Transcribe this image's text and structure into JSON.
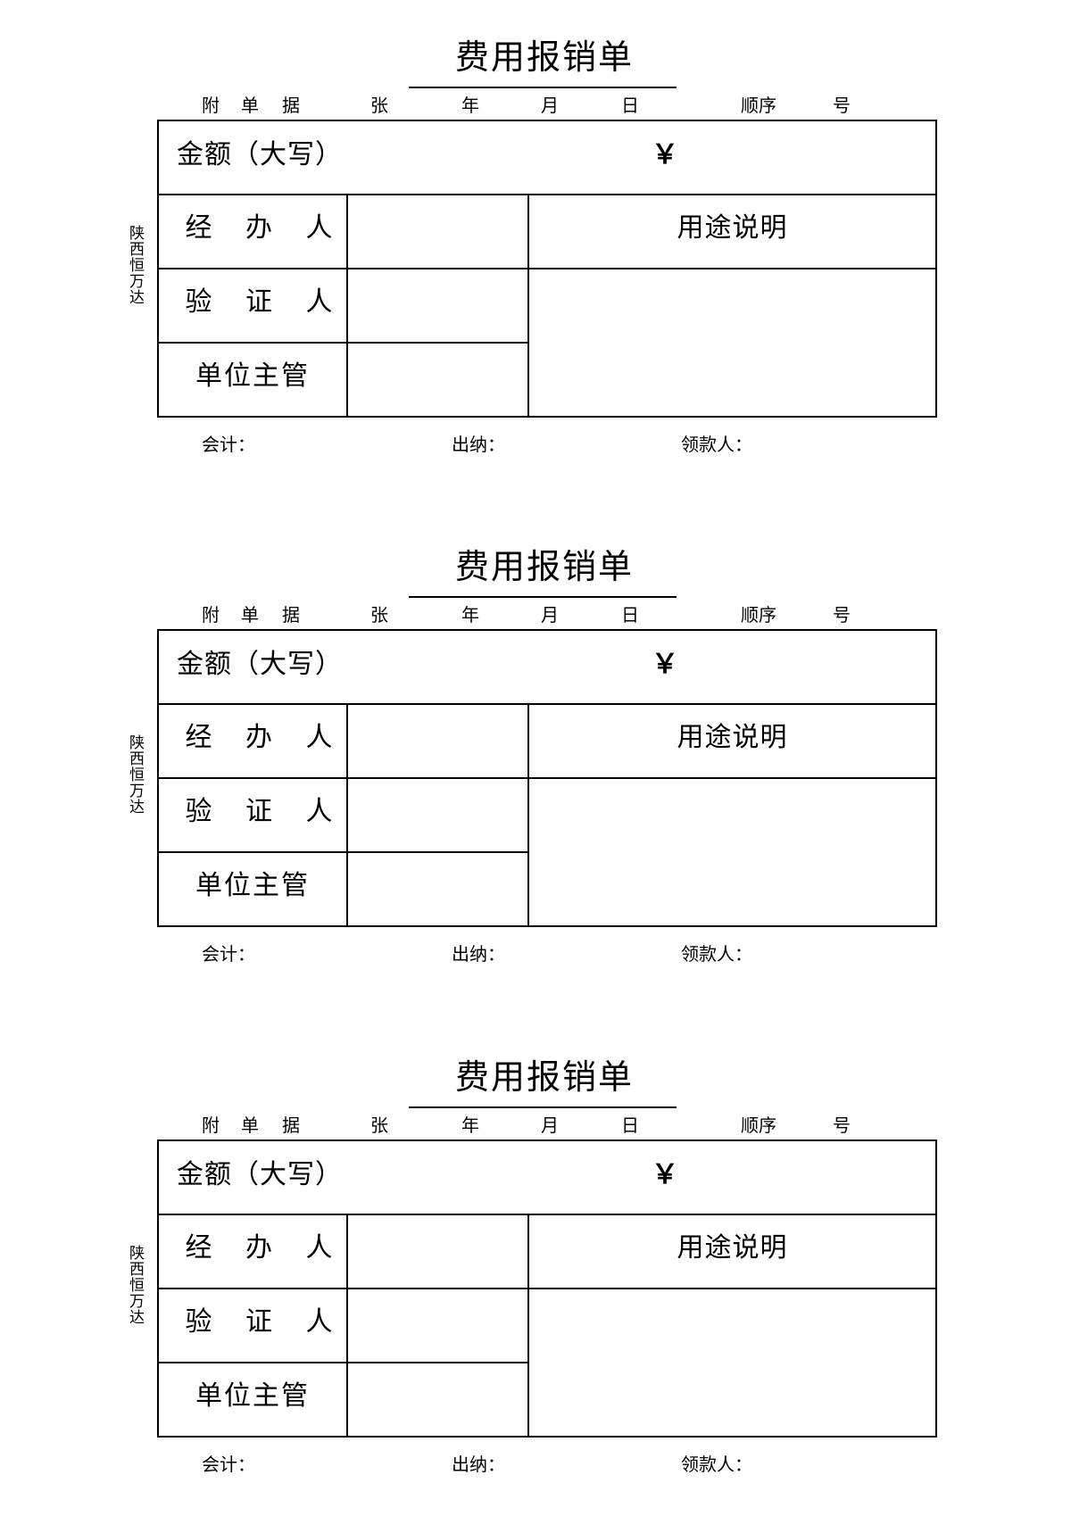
{
  "forms": [
    {
      "title": "费用报销单",
      "meta": {
        "fu": "附",
        "dan": "单",
        "ju": "据",
        "zhang": "张",
        "nian": "年",
        "yue": "月",
        "ri": "日",
        "shunxu": "顺序",
        "hao": "号"
      },
      "side_label": "陕西恒万达",
      "amount_label": "金额（大写）",
      "currency_symbol": "￥",
      "rows": {
        "handler": "经 办 人",
        "verifier": "验 证 人",
        "supervisor": "单位主管"
      },
      "purpose_label": "用途说明",
      "signatures": {
        "accountant": "会计：",
        "cashier": "出纳：",
        "payee": "领款人："
      }
    },
    {
      "title": "费用报销单",
      "meta": {
        "fu": "附",
        "dan": "单",
        "ju": "据",
        "zhang": "张",
        "nian": "年",
        "yue": "月",
        "ri": "日",
        "shunxu": "顺序",
        "hao": "号"
      },
      "side_label": "陕西恒万达",
      "amount_label": "金额（大写）",
      "currency_symbol": "￥",
      "rows": {
        "handler": "经 办 人",
        "verifier": "验 证 人",
        "supervisor": "单位主管"
      },
      "purpose_label": "用途说明",
      "signatures": {
        "accountant": "会计：",
        "cashier": "出纳：",
        "payee": "领款人："
      }
    },
    {
      "title": "费用报销单",
      "meta": {
        "fu": "附",
        "dan": "单",
        "ju": "据",
        "zhang": "张",
        "nian": "年",
        "yue": "月",
        "ri": "日",
        "shunxu": "顺序",
        "hao": "号"
      },
      "side_label": "陕西恒万达",
      "amount_label": "金额（大写）",
      "currency_symbol": "￥",
      "rows": {
        "handler": "经 办 人",
        "verifier": "验 证 人",
        "supervisor": "单位主管"
      },
      "purpose_label": "用途说明",
      "signatures": {
        "accountant": "会计：",
        "cashier": "出纳：",
        "payee": "领款人："
      }
    }
  ]
}
